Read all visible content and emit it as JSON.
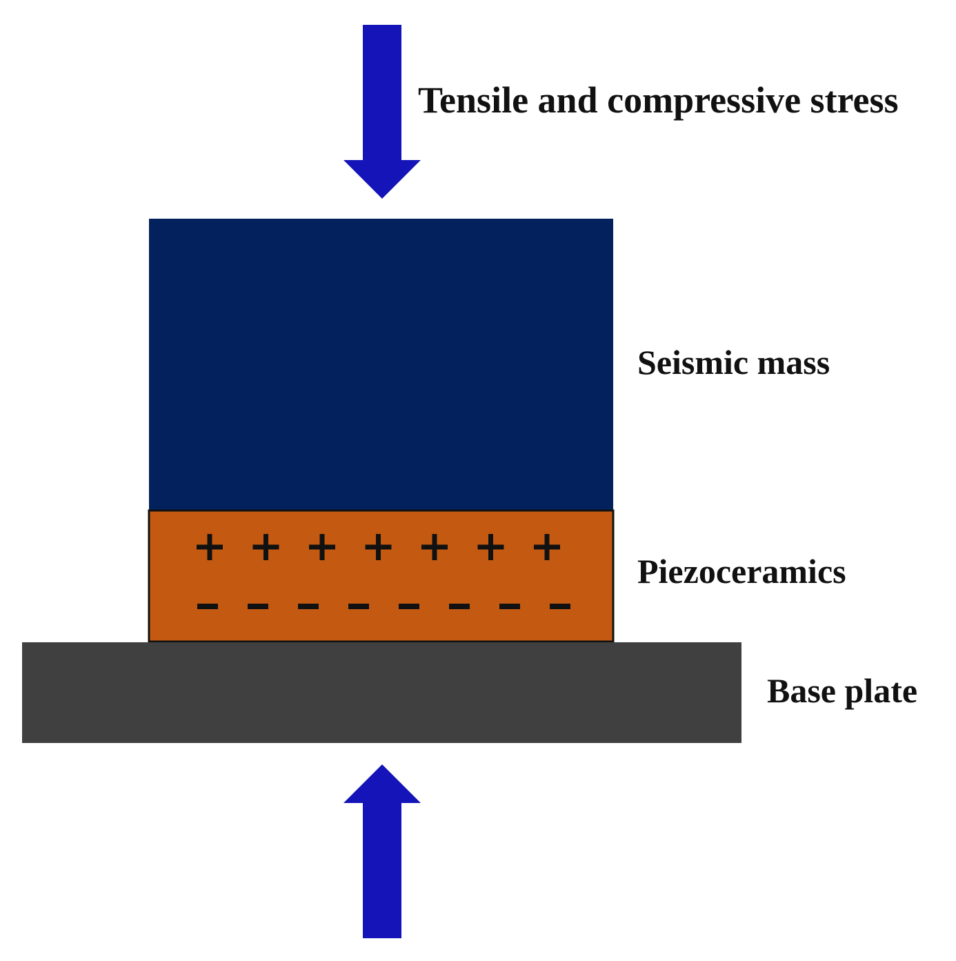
{
  "labels": {
    "stress": "Tensile and compressive stress",
    "seismic_mass": "Seismic mass",
    "piezoceramics": "Piezoceramics",
    "base_plate": "Base plate"
  },
  "charges": {
    "positive_symbol": "+",
    "negative_symbol": "−",
    "positive_count": 7,
    "negative_count": 8
  },
  "colors": {
    "arrow": "#1414b8",
    "seismic_mass": "#03215c",
    "piezoceramics": "#c45a12",
    "base_plate": "#404040",
    "charge_text": "#111111"
  }
}
